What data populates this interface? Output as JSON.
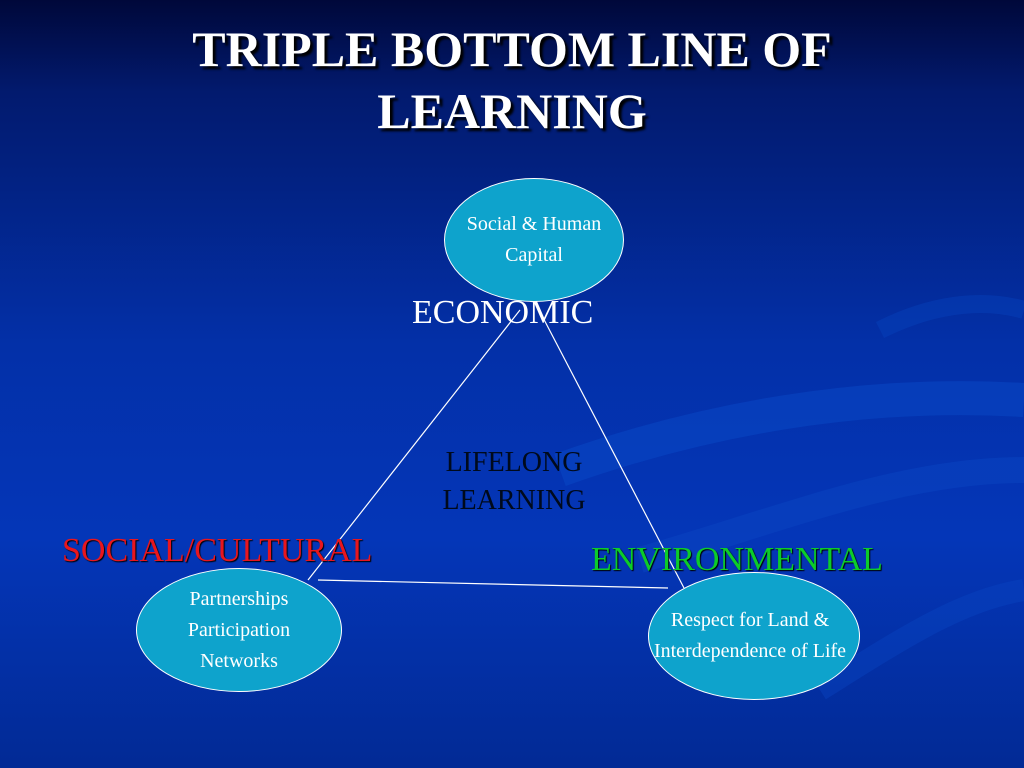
{
  "slide": {
    "title_line1": "TRIPLE BOTTOM LINE OF",
    "title_line2": "LEARNING"
  },
  "diagram": {
    "nodes": {
      "top": {
        "lines": [
          "Social & Human",
          "Capital"
        ]
      },
      "left": {
        "lines": [
          "Partnerships",
          "Participation",
          "Networks"
        ]
      },
      "right": {
        "lines": [
          "Respect for Land &",
          "Interdependence of Life"
        ]
      }
    },
    "labels": {
      "economic": "ECONOMIC",
      "social_cultural": "SOCIAL/CULTURAL",
      "environmental": "ENVIRONMENTAL"
    },
    "center": {
      "lines": [
        "LIFELONG",
        "LEARNING"
      ]
    },
    "colors": {
      "node_fill": "#0ea3cc",
      "social_cultural": "#e8161e",
      "environmental": "#0ccc2a",
      "center_text": "#000a1c"
    }
  }
}
